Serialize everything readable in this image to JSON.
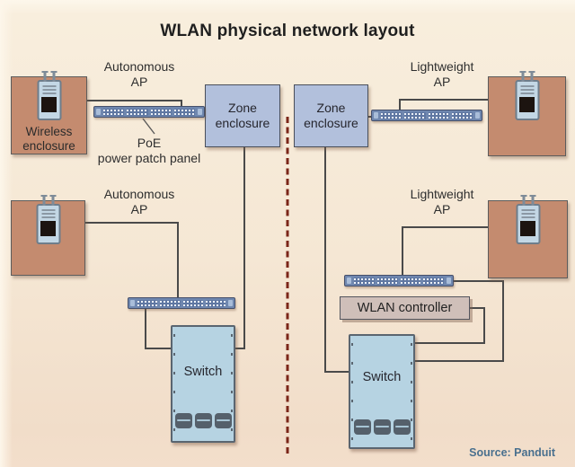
{
  "diagram": {
    "title": "WLAN physical network layout",
    "source": "Source: Panduit",
    "annotations": {
      "autonomous_ap": "Autonomous\nAP",
      "lightweight_ap": "Lightweight\nAP",
      "poe_panel": "PoE\npower patch panel"
    },
    "nodes": {
      "wireless_enclosure": "Wireless\nenclosure",
      "zone_enclosure": "Zone\nenclosure",
      "wlan_controller": "WLAN controller",
      "switch": "Switch"
    },
    "colors": {
      "background": "#f5e7d4",
      "enclosure_fill": "#c48b6f",
      "zone_fill": "#b2c0dc",
      "switch_fill": "#b6d3e2",
      "panel_fill": "#6f87af",
      "controller_fill": "#cfbfb9",
      "wire": "#4a4a4a",
      "demarcation_dash": "#7b2619",
      "source_text": "#49708e",
      "title_text": "#1f1f1f"
    }
  }
}
